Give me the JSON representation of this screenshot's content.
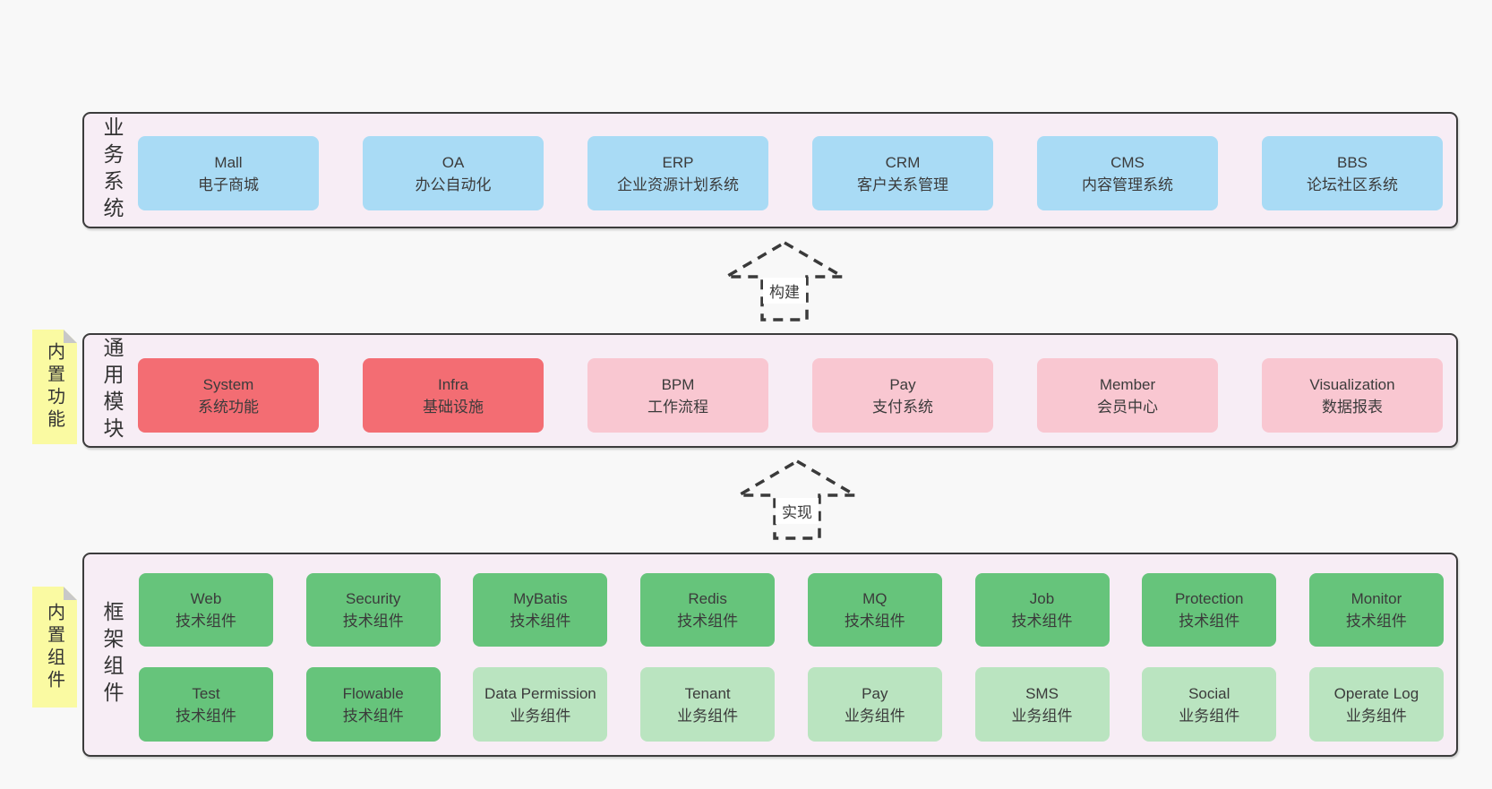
{
  "colors": {
    "page_bg": "#f8f8f8",
    "panel_bg": "#f7edf5",
    "panel_border": "#3c3c3c",
    "blue_box": "#a9dbf5",
    "red_box": "#f36d73",
    "pink_box": "#f9c7d1",
    "green_box": "#66c47b",
    "light_green_box": "#bae4c0",
    "sticky_yellow": "#fafaa2",
    "sticky_fold": "#c8c8c8",
    "text": "#3b3b3b"
  },
  "arrows": [
    {
      "label": "构建",
      "direction": "up"
    },
    {
      "label": "实现",
      "direction": "up"
    }
  ],
  "layers": [
    {
      "name": "business-systems",
      "side_label": "业务系统",
      "boxes": [
        {
          "en": "Mall",
          "zh": "电子商城",
          "variant": "blue"
        },
        {
          "en": "OA",
          "zh": "办公自动化",
          "variant": "blue"
        },
        {
          "en": "ERP",
          "zh": "企业资源计划系统",
          "variant": "blue"
        },
        {
          "en": "CRM",
          "zh": "客户关系管理",
          "variant": "blue"
        },
        {
          "en": "CMS",
          "zh": "内容管理系统",
          "variant": "blue"
        },
        {
          "en": "BBS",
          "zh": "论坛社区系统",
          "variant": "blue"
        }
      ]
    },
    {
      "name": "common-modules",
      "side_label": "通用模块",
      "sticky": "内置功能",
      "boxes": [
        {
          "en": "System",
          "zh": "系统功能",
          "variant": "red"
        },
        {
          "en": "Infra",
          "zh": "基础设施",
          "variant": "red"
        },
        {
          "en": "BPM",
          "zh": "工作流程",
          "variant": "pink"
        },
        {
          "en": "Pay",
          "zh": "支付系统",
          "variant": "pink"
        },
        {
          "en": "Member",
          "zh": "会员中心",
          "variant": "pink"
        },
        {
          "en": "Visualization",
          "zh": "数据报表",
          "variant": "pink"
        }
      ]
    },
    {
      "name": "framework-components",
      "side_label": "框架组件",
      "sticky": "内置组件",
      "rows": [
        [
          {
            "en": "Web",
            "zh": "技术组件",
            "variant": "green"
          },
          {
            "en": "Security",
            "zh": "技术组件",
            "variant": "green"
          },
          {
            "en": "MyBatis",
            "zh": "技术组件",
            "variant": "green"
          },
          {
            "en": "Redis",
            "zh": "技术组件",
            "variant": "green"
          },
          {
            "en": "MQ",
            "zh": "技术组件",
            "variant": "green"
          },
          {
            "en": "Job",
            "zh": "技术组件",
            "variant": "green"
          },
          {
            "en": "Protection",
            "zh": "技术组件",
            "variant": "green"
          },
          {
            "en": "Monitor",
            "zh": "技术组件",
            "variant": "green"
          }
        ],
        [
          {
            "en": "Test",
            "zh": "技术组件",
            "variant": "green"
          },
          {
            "en": "Flowable",
            "zh": "技术组件",
            "variant": "green"
          },
          {
            "en": "Data Permission",
            "zh": "业务组件",
            "variant": "lightgreen"
          },
          {
            "en": "Tenant",
            "zh": "业务组件",
            "variant": "lightgreen"
          },
          {
            "en": "Pay",
            "zh": "业务组件",
            "variant": "lightgreen"
          },
          {
            "en": "SMS",
            "zh": "业务组件",
            "variant": "lightgreen"
          },
          {
            "en": "Social",
            "zh": "业务组件",
            "variant": "lightgreen"
          },
          {
            "en": "Operate Log",
            "zh": "业务组件",
            "variant": "lightgreen"
          }
        ]
      ]
    }
  ]
}
